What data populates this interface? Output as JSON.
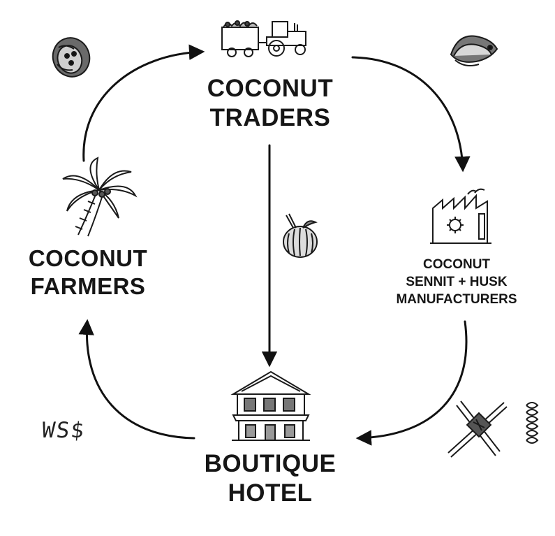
{
  "nodes": {
    "traders": {
      "line1": "COCONUT",
      "line2": "TRADERS"
    },
    "farmers": {
      "line1": "COCONUT",
      "line2": "FARMERS"
    },
    "manufacturers": {
      "line1": "COCONUT",
      "line2": "SENNIT + HUSK",
      "line3": "MANUFACTURERS"
    },
    "hotel": {
      "line1": "BOUTIQUE",
      "line2": "HOTEL"
    }
  },
  "annotation": {
    "money": "WS$"
  },
  "icons": [
    "coconut-icon",
    "truck-tractor-icon",
    "coconut-shell-icon",
    "palm-tree-icon",
    "drinking-coconut-icon",
    "factory-icon",
    "boutique-hotel-icon",
    "woven-sennit-icon",
    "rope-coil-icon"
  ],
  "colors": {
    "ink": "#111111",
    "background": "#ffffff"
  }
}
